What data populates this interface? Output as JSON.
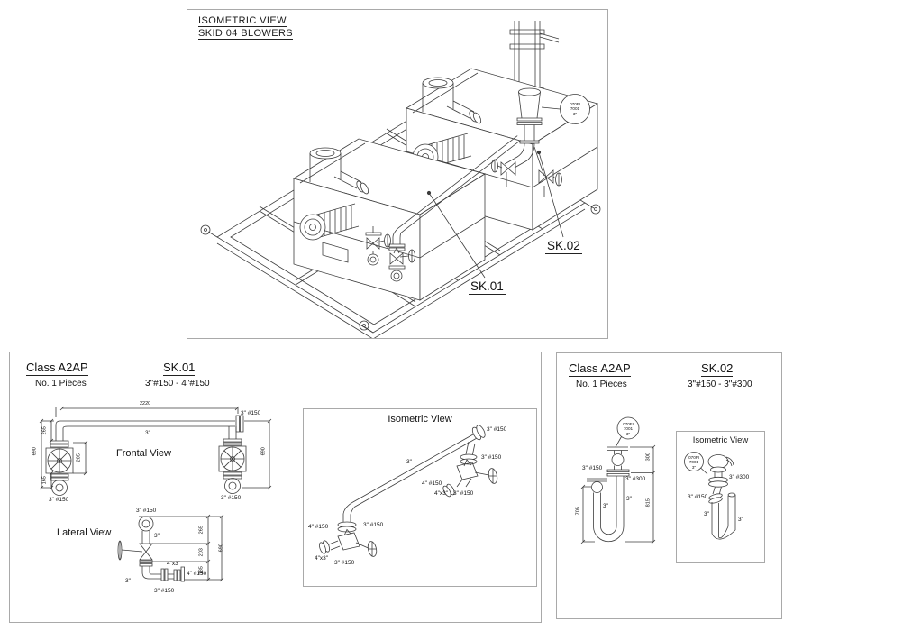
{
  "main_view": {
    "title_line1": "ISOMETRIC VIEW",
    "title_line2": "SKID 04 BLOWERS",
    "balloon": {
      "line1": "070FI",
      "line2": "7001",
      "line3": "3\""
    },
    "callout_sk01": "SK.01",
    "callout_sk02": "SK.02"
  },
  "sk01_panel": {
    "class_label": "Class A2AP",
    "pieces_label": "No. 1 Pieces",
    "tag": "SK.01",
    "size_range": "3\"#150 - 4\"#150",
    "frontal": {
      "title": "Frontal View",
      "dim_top": "2220",
      "dim_left_outer": "690",
      "dim_left_upper": "265",
      "dim_left_lower": "165",
      "dim_mid": "205",
      "dim_right": "690",
      "lbl_top_right": "3\" #150",
      "lbl_pipe": "3\"",
      "lbl_bottom_left": "3\" #150",
      "lbl_bottom_right": "3\" #150"
    },
    "lateral": {
      "title": "Lateral View",
      "dim_a": "265",
      "dim_b": "203",
      "dim_c": "185",
      "dim_outer": "690",
      "lbl_top": "3\" #150",
      "lbl_pipe_vertical": "3\"",
      "lbl_reducer": "4\"x3\"",
      "lbl_flange_4in": "4\" #150",
      "lbl_pipe_horizontal": "3\"",
      "lbl_bottom": "3\" #150"
    },
    "isometric": {
      "title": "Isometric View",
      "lbl_pipe": "3\"",
      "lbl_top_flange": "3\" #150",
      "lbl_mid_flange": "3\" #150",
      "lbl_right_4in": "4\" #150",
      "lbl_right_reducer": "4\"x3\"",
      "lbl_right_3in": "3\" #150",
      "lbl_left_flange": "3\" #150",
      "lbl_left_4in": "4\" #150",
      "lbl_left_reducer": "4\"x3\"",
      "lbl_left_3in": "3\" #150"
    }
  },
  "sk02_panel": {
    "class_label": "Class A2AP",
    "pieces_label": "No. 1 Pieces",
    "tag": "SK.02",
    "size_range": "3\"#150 - 3\"#300",
    "frontal": {
      "balloon": {
        "line1": "070FI",
        "line2": "7001",
        "line3": "3\""
      },
      "dim_top": "300",
      "dim_right": "815",
      "dim_left": "705",
      "lbl_150": "3\" #150",
      "lbl_300": "3\" #300",
      "lbl_pipe_left": "3\"",
      "lbl_pipe_right": "3\""
    },
    "isometric": {
      "title": "Isometric View",
      "balloon": {
        "line1": "070FI",
        "line2": "7001",
        "line3": "3\""
      },
      "lbl_300": "3\" #300",
      "lbl_150": "3\" #150",
      "lbl_pipe_a": "3\"",
      "lbl_pipe_b": "3\""
    }
  }
}
